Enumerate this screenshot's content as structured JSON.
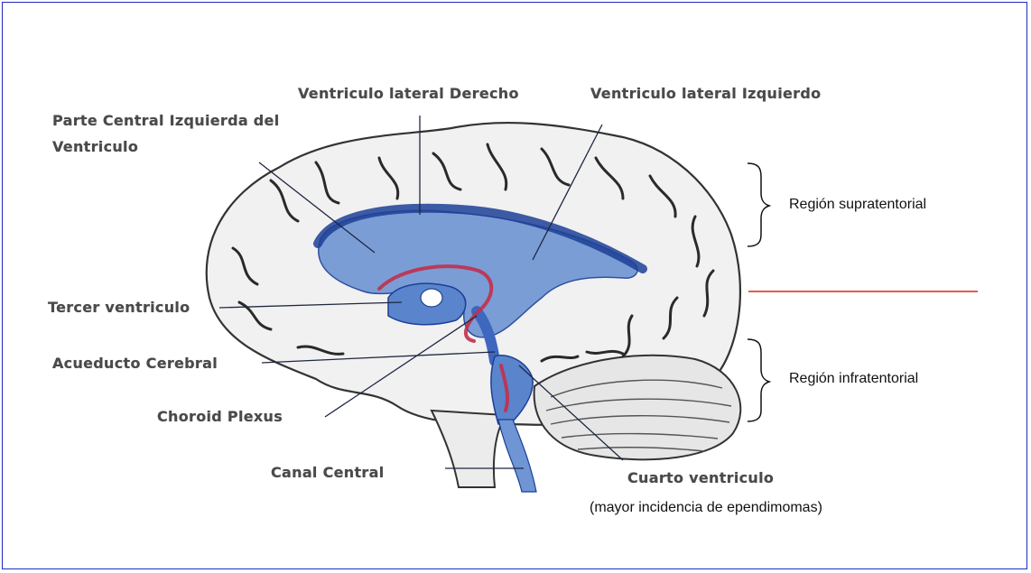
{
  "labels": {
    "lateral_right": "Ventriculo lateral Derecho",
    "lateral_left": "Ventriculo lateral Izquierdo",
    "central_part_line1": "Parte Central Izquierda del",
    "central_part_line2": "Ventriculo",
    "third_ventricle": "Tercer ventriculo",
    "aqueduct": "Acueducto Cerebral",
    "choroid_plexus": "Choroid Plexus",
    "central_canal": "Canal Central",
    "fourth_ventricle": "Cuarto ventriculo",
    "fourth_note": "(mayor incidencia de ependimomas)"
  },
  "regions": {
    "supratentorial": "Región supratentorial",
    "infratentorial": "Región infratentorial"
  },
  "colors": {
    "frame": "#1f2bbd",
    "ventricle": "#4f78c4",
    "ventricle_dark": "#1d3f96",
    "choroid": "#c2304a",
    "divider": "#e0201c"
  }
}
